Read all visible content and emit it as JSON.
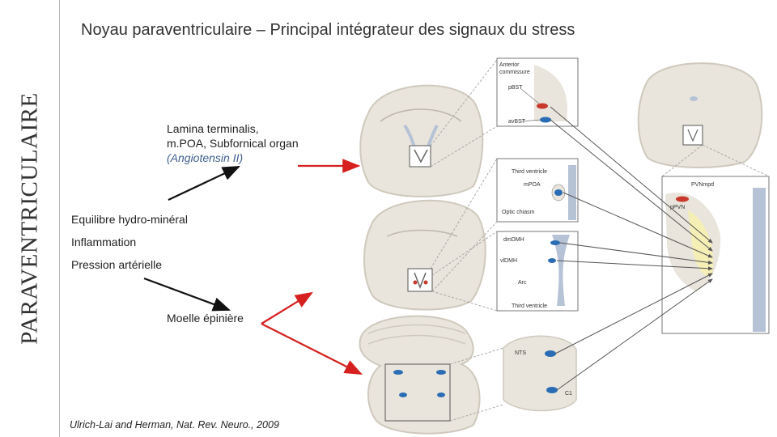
{
  "sidebar": {
    "vertical_title": "PARAVENTRICULAIRE"
  },
  "slide": {
    "title": "Noyau paraventriculaire – Principal intégrateur des signaux du stress",
    "inputs": {
      "lamina_line1": "Lamina terminalis,",
      "lamina_line2": "m.POA, Subfornical organ",
      "lamina_line3": "(Angiotensin II)",
      "hydro": "Equilibre hydro-minéral",
      "inflammation": "Inflammation",
      "pressure": "Pression artérielle",
      "spinal": "Moelle épinière"
    },
    "citation": "Ulrich-Lai and Herman, Nat. Rev. Neuro., 2009"
  },
  "figure_labels": {
    "anterior": "Anterior",
    "commissure": "commissure",
    "pbst": "pBST",
    "avbst": "avBST",
    "third_ventricle": "Third ventricle",
    "mpoa": "mPOA",
    "optic_chiasm": "Optic chiasm",
    "dmdmh": "dmDMH",
    "vldmh": "vlDMH",
    "arc": "Arc",
    "third_ventricle_2": "Third ventricle",
    "nts": "NTS",
    "c1": "C1",
    "pvnmpd": "PVNmpd",
    "ppvn": "pPVN"
  },
  "colors": {
    "arrow_red": "#d62020",
    "arrow_black": "#111111",
    "tissue": "#e9e5dc",
    "nucleus_blue": "#2a6db5",
    "nucleus_red": "#c8392b"
  }
}
